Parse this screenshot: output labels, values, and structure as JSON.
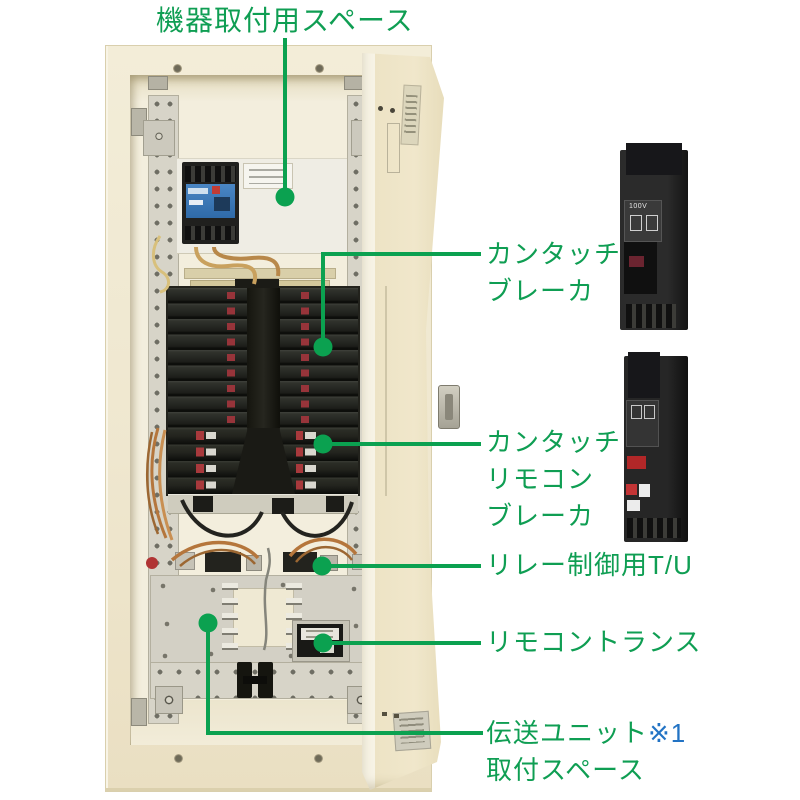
{
  "colors": {
    "accent_green": "#0f9e53",
    "note_blue": "#2273c4",
    "cabinet_cream": "#efe7cf",
    "breaker_black": "#26272a",
    "marker_red": "#a8393c"
  },
  "callouts": {
    "equipment_space": {
      "text": "機器取付用スペース"
    },
    "kantouch_breaker": {
      "lines": [
        "カンタッチ",
        "ブレーカ"
      ]
    },
    "kantouch_remote_breaker": {
      "lines": [
        "カンタッチ",
        "リモコン",
        "ブレーカ"
      ]
    },
    "relay_tu": {
      "text": "リレー制御用T/U"
    },
    "remote_transformer": {
      "text": "リモコントランス"
    },
    "transmission_unit": {
      "line1": "伝送ユニット",
      "note": "※1",
      "line2": "取付スペース"
    }
  },
  "products": {
    "breaker_voltage": "100V"
  }
}
